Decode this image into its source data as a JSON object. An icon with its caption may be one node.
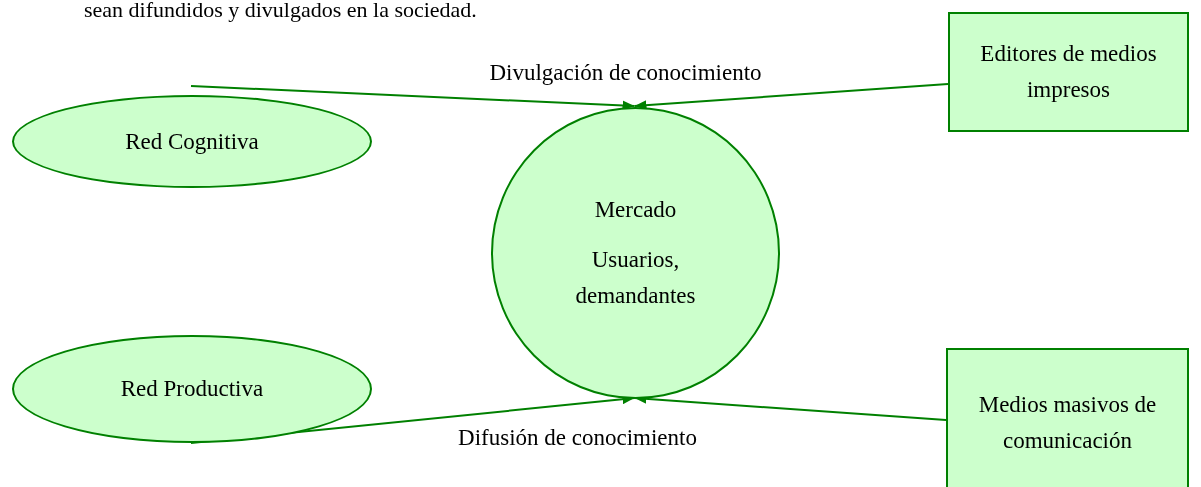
{
  "diagram": {
    "nodes": [
      {
        "text": [
          "Red Cognitiva"
        ]
      },
      {
        "text": [
          "Mercado",
          "Usuarios, demandantes"
        ]
      },
      {
        "text": [
          "Editores de medios impresos"
        ]
      },
      {
        "text": [
          "Red Productiva"
        ]
      },
      {
        "text": [
          "Medios masivos de comunicación"
        ]
      }
    ],
    "edges": [
      {
        "from": 0,
        "to": 1,
        "arrow": "to",
        "label": "Divulgación de conocimiento"
      },
      {
        "from": 2,
        "to": 1,
        "arrow": "to"
      },
      {
        "from": 3,
        "to": 1,
        "arrow": "to",
        "label": "Difusión de conocimiento"
      },
      {
        "from": 4,
        "to": 1,
        "arrow": "to"
      }
    ],
    "labels": [
      "sean difundidos y divulgados en la sociedad."
    ]
  }
}
